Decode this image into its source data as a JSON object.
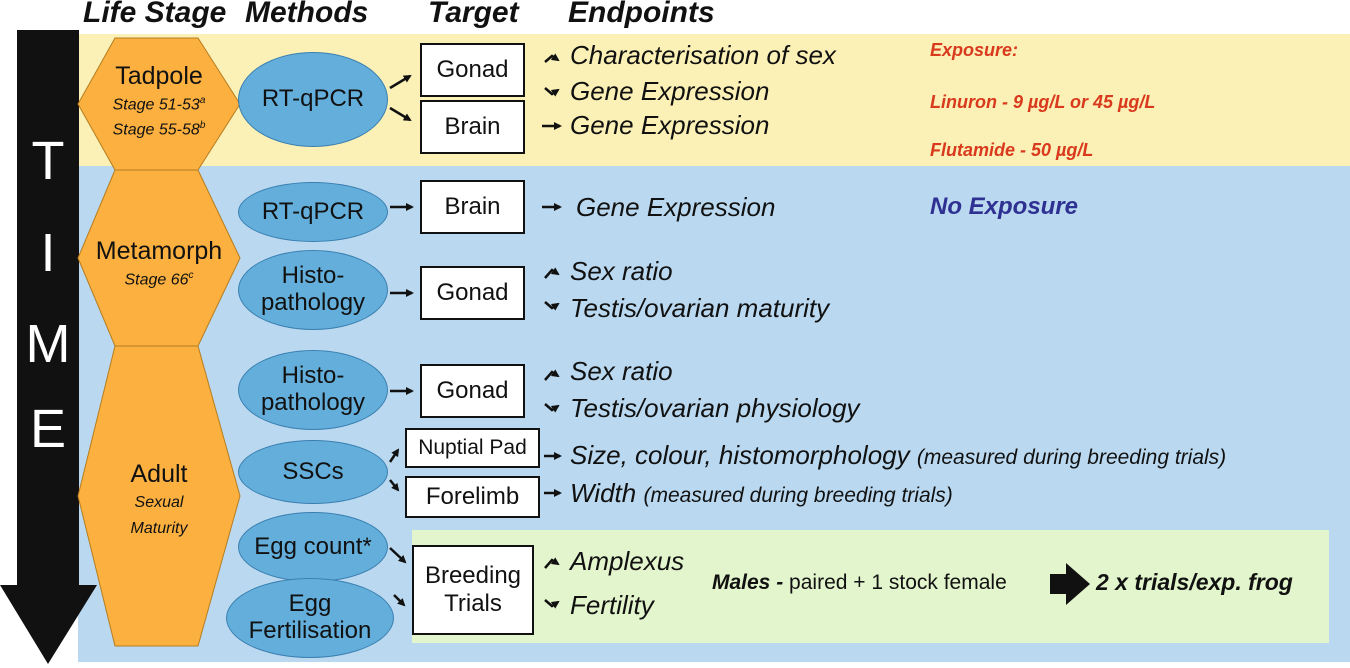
{
  "headers": {
    "life_stage": "Life Stage",
    "methods": "Methods",
    "target": "Target",
    "endpoints": "Endpoints"
  },
  "time_letters": [
    "T",
    "I",
    "M",
    "E"
  ],
  "stages": {
    "tadpole": {
      "name": "Tadpole",
      "line1": "Stage 51-53",
      "sup1": "a",
      "line2": "Stage 55-58",
      "sup2": "b"
    },
    "metamorph": {
      "name": "Metamorph",
      "line1": "Stage 66",
      "sup1": "c"
    },
    "adult": {
      "name": "Adult",
      "line1": "Sexual",
      "line2": "Maturity"
    }
  },
  "methods": {
    "rtqpcr_tadpole": "RT-qPCR",
    "rtqpcr_metamorph": "RT-qPCR",
    "histo_metamorph_1": "Histo-",
    "histo_metamorph_2": "pathology",
    "histo_adult_1": "Histo-",
    "histo_adult_2": "pathology",
    "sscs": "SSCs",
    "egg_count": "Egg count*",
    "egg_fert_1": "Egg",
    "egg_fert_2": "Fertilisation"
  },
  "targets": {
    "gonad_tadpole": "Gonad",
    "brain_tadpole": "Brain",
    "brain_metamorph": "Brain",
    "gonad_metamorph": "Gonad",
    "gonad_adult": "Gonad",
    "nuptial_pad": "Nuptial Pad",
    "forelimb": "Forelimb",
    "breeding_1": "Breeding",
    "breeding_2": "Trials"
  },
  "endpoints": {
    "char_sex": "Characterisation of sex",
    "gene_expr_1": "Gene Expression",
    "gene_expr_2": "Gene Expression",
    "gene_expr_3": "Gene Expression",
    "sex_ratio_1": "Sex ratio",
    "testis_maturity": "Testis/ovarian maturity",
    "sex_ratio_2": "Sex ratio",
    "testis_physiology": "Testis/ovarian physiology",
    "size_colour": "Size, colour, histomorphology",
    "size_colour_note": "(measured during breeding trials)",
    "width": "Width",
    "width_note": "(measured during breeding trials)",
    "amplexus": "Amplexus",
    "fertility": "Fertility"
  },
  "exposure": {
    "title": "Exposure:",
    "linuron": "Linuron - 9 µg/L or 45 µg/L",
    "flutamide": "Flutamide - 50 µg/L",
    "none": "No Exposure"
  },
  "breeding_note": {
    "males": "Males -",
    "paired": "paired + 1 stock female",
    "trials": "2 x trials/exp. frog"
  },
  "colors": {
    "yellow_band": "#fbf1b6",
    "blue_band": "#bad9f0",
    "green_band": "#e3f5cc",
    "hexagon": "#fbb040",
    "oval": "#63aedb",
    "exposure_red": "#d9391c",
    "no_exposure_blue": "#2e3192"
  }
}
